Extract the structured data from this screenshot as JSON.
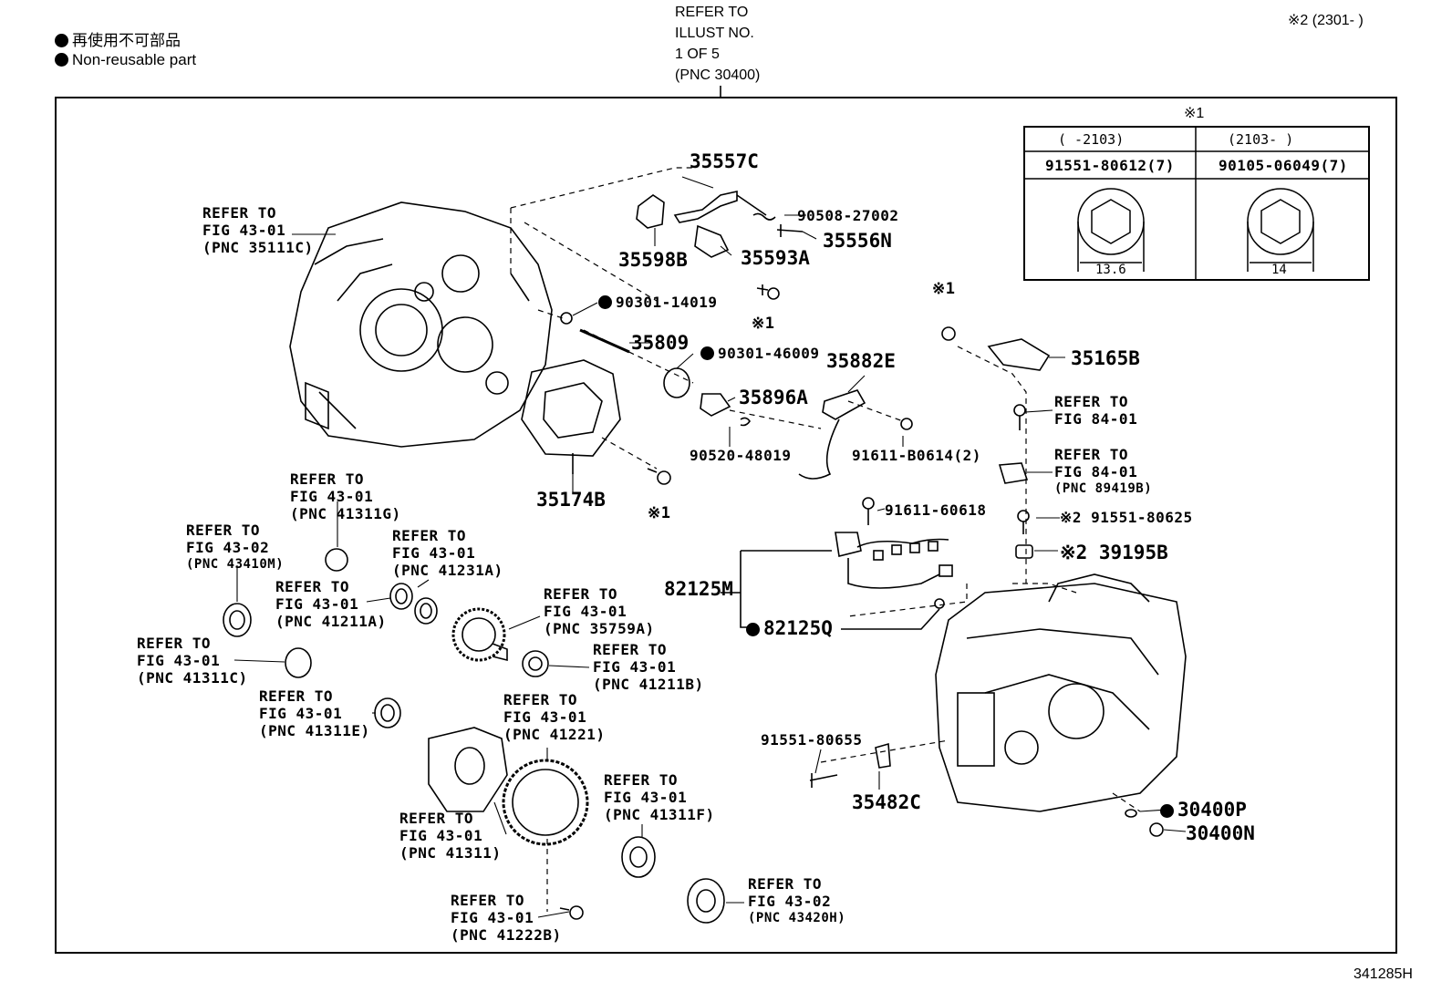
{
  "legend": {
    "jp": "再使用不可部品",
    "en": "Non-reusable part"
  },
  "top_ref": {
    "lines": [
      "REFER TO",
      "ILLUST NO.",
      "1 OF 5",
      "(PNC 30400)"
    ]
  },
  "note2_header": "※2 (2301-      )",
  "illust_no": "341285H",
  "table": {
    "title": "※1",
    "col1_range": "(      -2103)",
    "col2_range": "(2103-      )",
    "col1_part": "91551-80612(7)",
    "col2_part": "90105-06049(7)",
    "col1_dim": "13.6",
    "col2_dim": "14"
  },
  "refs": {
    "r35111c": [
      "REFER TO",
      "FIG 43-01",
      "(PNC 35111C)"
    ],
    "r41311g": [
      "REFER TO",
      "FIG 43-01",
      "(PNC 41311G)"
    ],
    "r43410m": [
      "REFER TO",
      "FIG 43-02",
      "(PNC 43410M)"
    ],
    "r41231a": [
      "REFER TO",
      "FIG 43-01",
      "(PNC 41231A)"
    ],
    "r41211a": [
      "REFER TO",
      "FIG 43-01",
      "(PNC 41211A)"
    ],
    "r35759a": [
      "REFER TO",
      "FIG 43-01",
      "(PNC 35759A)"
    ],
    "r41311c": [
      "REFER TO",
      "FIG 43-01",
      "(PNC 41311C)"
    ],
    "r41211b": [
      "REFER TO",
      "FIG 43-01",
      "(PNC 41211B)"
    ],
    "r41311e": [
      "REFER TO",
      "FIG 43-01",
      "(PNC 41311E)"
    ],
    "r41221": [
      "REFER TO",
      "FIG 43-01",
      "(PNC 41221)"
    ],
    "r41311": [
      "REFER TO",
      "FIG 43-01",
      "(PNC 41311)"
    ],
    "r41311f": [
      "REFER TO",
      "FIG 43-01",
      "(PNC 41311F)"
    ],
    "r41222b": [
      "REFER TO",
      "FIG 43-01",
      "(PNC 41222B)"
    ],
    "r43420h": [
      "REFER TO",
      "FIG 43-02",
      "(PNC 43420H)"
    ],
    "r84_01a": [
      "REFER TO",
      "FIG 84-01"
    ],
    "r89419b": [
      "REFER TO",
      "FIG 84-01",
      "(PNC 89419B)"
    ]
  },
  "parts": {
    "p35557c": "35557C",
    "p90508": "90508-27002",
    "p35556n": "35556N",
    "p35598b": "35598B",
    "p35593a": "35593A",
    "p90301_14019": "90301-14019",
    "p35809": "35809",
    "p90301_46009": "90301-46009",
    "p35896a": "35896A",
    "p90520": "90520-48019",
    "p35174b": "35174B",
    "p35882e": "35882E",
    "p91611_b0614": "91611-B0614(2)",
    "p35165b": "35165B",
    "p91611_60618": "91611-60618",
    "p82125m": "82125M",
    "p82125q": "82125Q",
    "p91551_80625": "※2 91551-80625",
    "p39195b": "※2 39195B",
    "p91551_80655": "91551-80655",
    "p35482c": "35482C",
    "p30400p": "30400P",
    "p30400n": "30400N",
    "note1_a": "※1",
    "note1_b": "※1",
    "note1_c": "※1",
    "note1_d": "※1"
  }
}
